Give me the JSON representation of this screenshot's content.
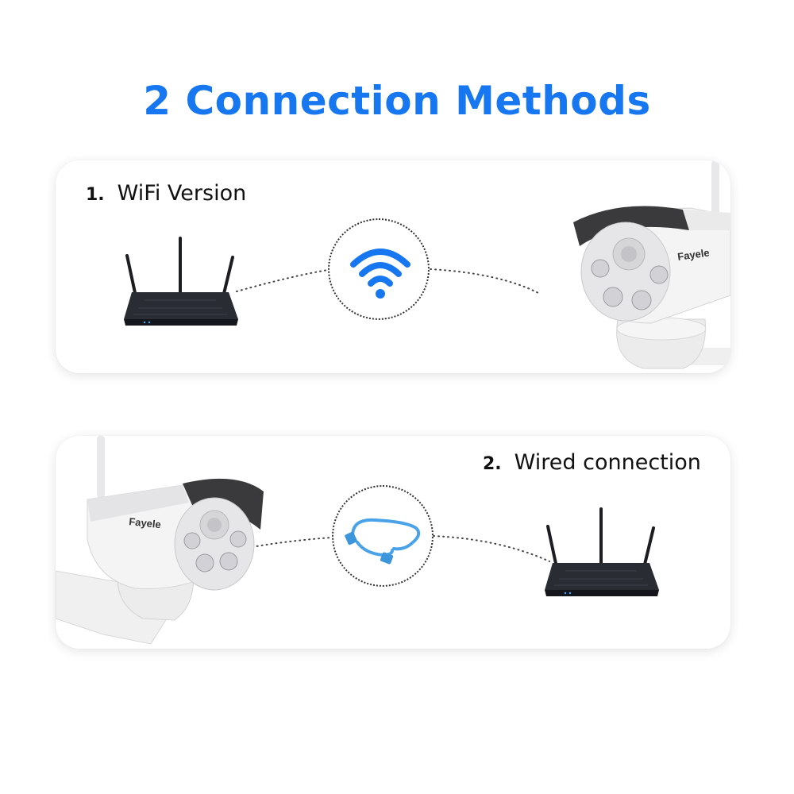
{
  "title": "2 Connection Methods",
  "colors": {
    "accent": "#1677f0",
    "cable": "#4aa3e8"
  },
  "panels": [
    {
      "number": "1.",
      "label": "WiFi Version",
      "hub_icon": "wifi-icon",
      "camera_brand": "Fayele"
    },
    {
      "number": "2.",
      "label": "Wired connection",
      "hub_icon": "ethernet-cable-icon",
      "camera_brand": "Fayele"
    }
  ]
}
